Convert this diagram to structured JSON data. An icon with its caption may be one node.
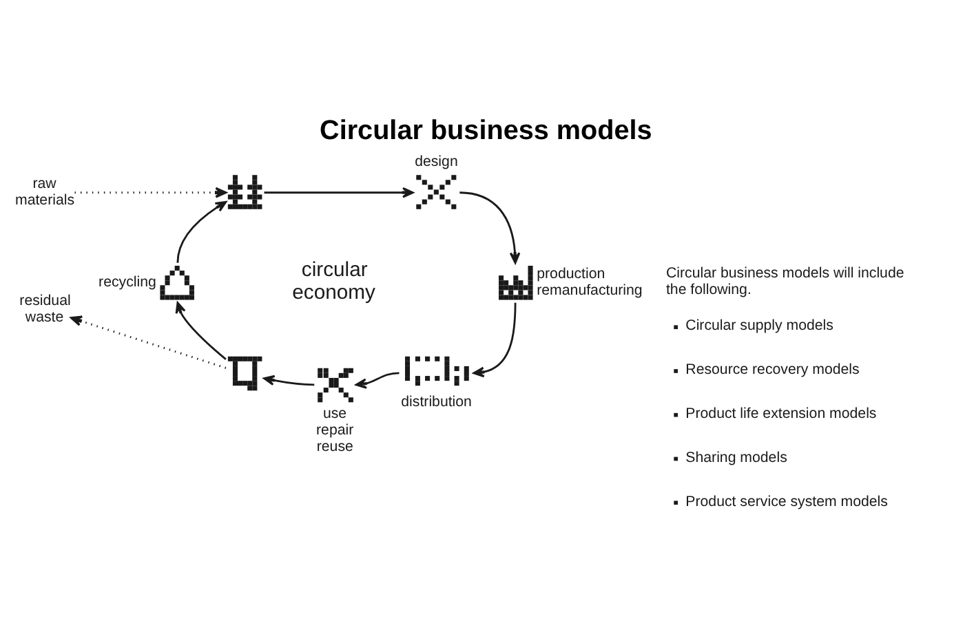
{
  "diagram": {
    "title": "Circular business models",
    "nodes": [
      {
        "text": [
          "raw materials"
        ]
      },
      {
        "text": [],
        "shape": "picture"
      },
      {
        "text": [],
        "shape": "picture",
        "beside": [
          "design"
        ]
      },
      {
        "text": [],
        "shape": "picture",
        "beside": [
          "production remanufacturing"
        ]
      },
      {
        "text": [],
        "shape": "picture",
        "beside": [
          "recycling"
        ]
      },
      {
        "text": [],
        "shape": "picture",
        "beside": [
          "distribution"
        ]
      },
      {
        "text": [],
        "shape": "picture"
      },
      {
        "text": [
          "residual waste"
        ]
      },
      {
        "text": [],
        "shape": "picture",
        "beside": [
          "use repair reuse"
        ]
      }
    ],
    "edges": [
      {
        "from": 0,
        "to": 1,
        "arrow": "to",
        "style": "dashed"
      },
      {
        "from": 1,
        "to": 2,
        "arrow": "to"
      },
      {
        "from": 2,
        "to": 3,
        "arrow": "to"
      },
      {
        "from": 3,
        "to": 5,
        "arrow": "to"
      },
      {
        "from": 5,
        "to": 8,
        "arrow": "to"
      },
      {
        "from": 8,
        "to": 6,
        "arrow": "to"
      },
      {
        "from": 6,
        "to": 7,
        "arrow": "to",
        "style": "dashed"
      },
      {
        "from": 6,
        "to": 4,
        "arrow": "to"
      },
      {
        "from": 4,
        "to": 1,
        "arrow": "to"
      }
    ],
    "labels": [
      "circular economy",
      "Circular business models will include the following.",
      "Circular supply models",
      "Resource recovery models",
      "Product life extension models",
      "Sharing models",
      "Product service system models"
    ]
  }
}
